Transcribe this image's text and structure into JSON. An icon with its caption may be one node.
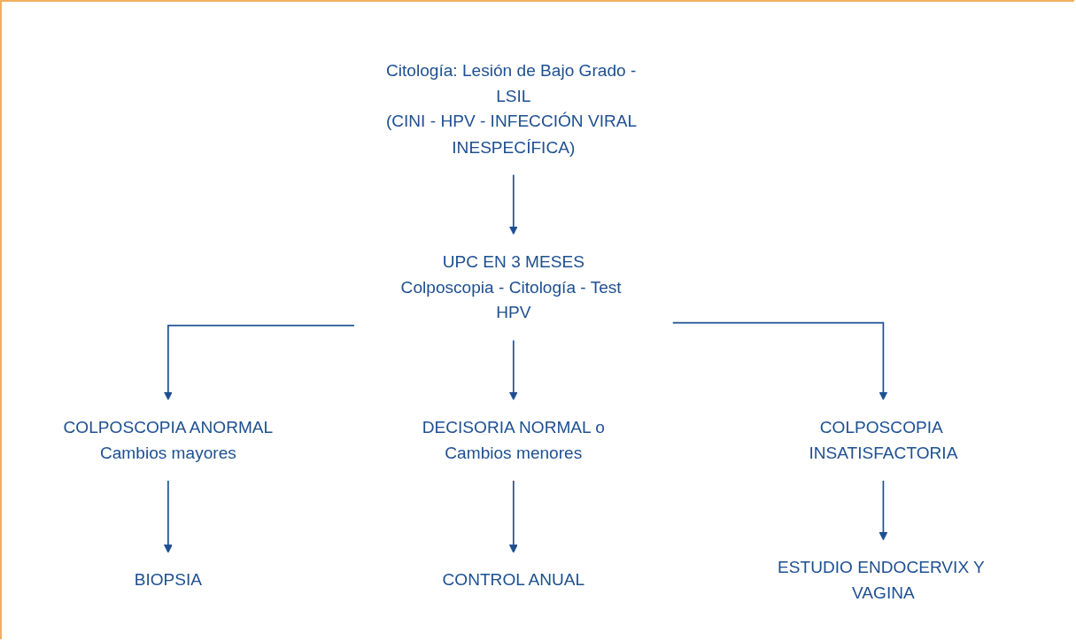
{
  "diagram": {
    "nodes": [
      {
        "text": [
          "Citología: Lesión de Bajo Grado - LSIL",
          "(CINI - HPV - INFECCIÓN VIRAL INESPECÍFICA)"
        ]
      },
      {
        "text": [
          "UPC EN 3 MESES",
          "Colposcopia - Citología - Test HPV"
        ]
      },
      {
        "text": [
          "COLPOSCOPIA ANORMAL",
          "Cambios mayores"
        ]
      },
      {
        "text": [
          "DECISORIA NORMAL o",
          "Cambios menores"
        ]
      },
      {
        "text": [
          "COLPOSCOPIA INSATISFACTORIA"
        ]
      },
      {
        "text": [
          "BIOPSIA"
        ]
      },
      {
        "text": [
          "CONTROL ANUAL"
        ]
      },
      {
        "text": [
          "ESTUDIO ENDOCERVIX Y VAGINA"
        ]
      }
    ],
    "edges": [
      {
        "from": 0,
        "to": 1,
        "arrow": "to"
      },
      {
        "from": 1,
        "to": 2,
        "arrow": "to"
      },
      {
        "from": 1,
        "to": 3,
        "arrow": "to"
      },
      {
        "from": 1,
        "to": 4,
        "arrow": "to"
      },
      {
        "from": 2,
        "to": 5,
        "arrow": "to"
      },
      {
        "from": 3,
        "to": 6,
        "arrow": "to"
      },
      {
        "from": 4,
        "to": 7,
        "arrow": "to"
      }
    ]
  }
}
